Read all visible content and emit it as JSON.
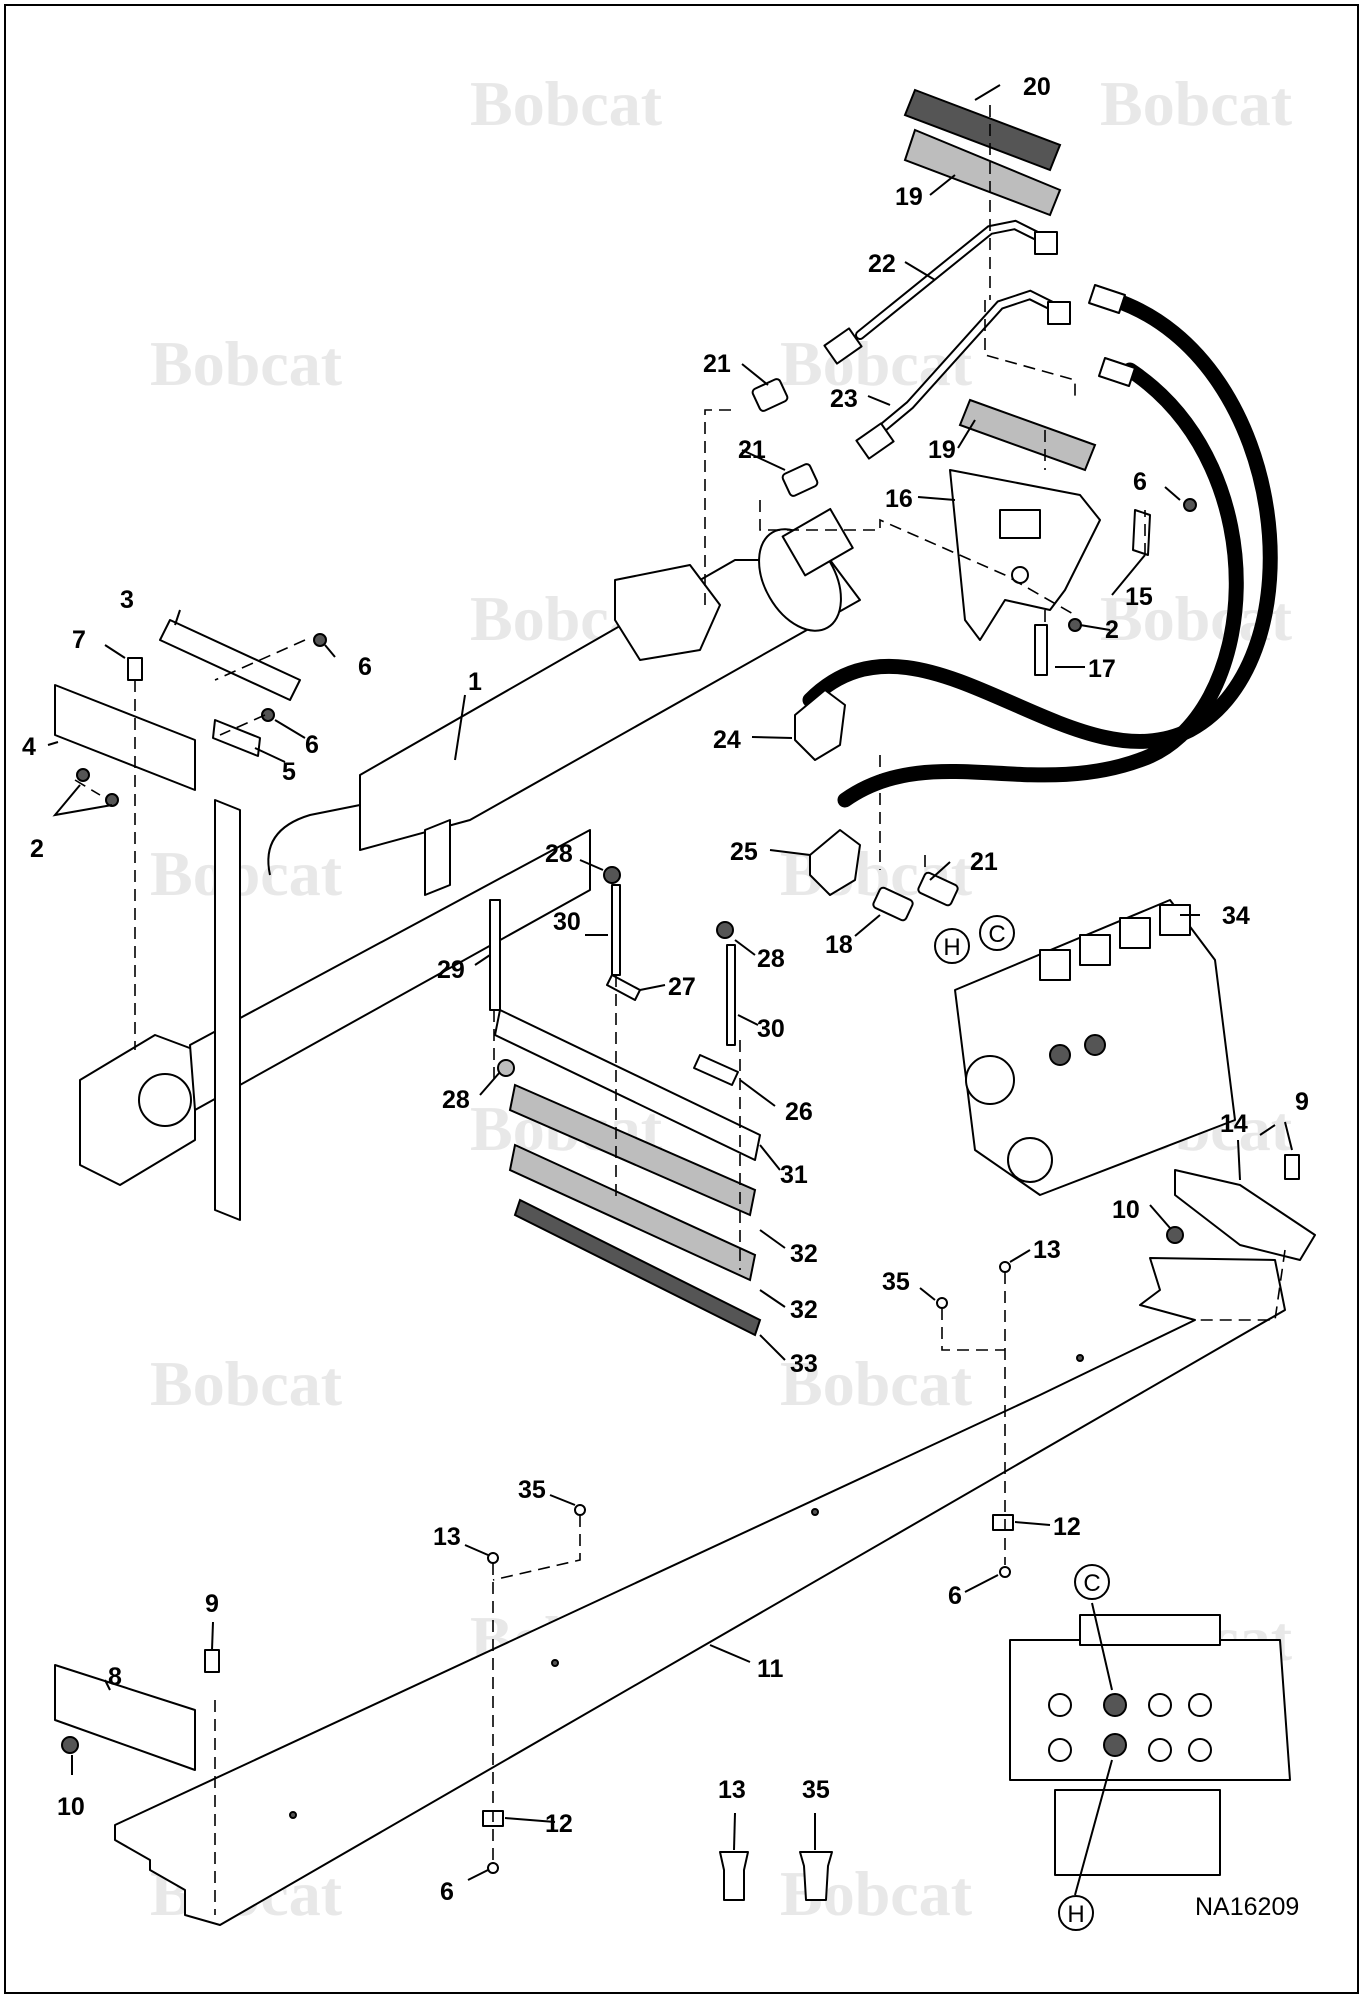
{
  "diagram": {
    "watermark": "Bobcat",
    "drawing_code": "NA16209",
    "callouts": [
      "1",
      "2",
      "2",
      "3",
      "4",
      "5",
      "6",
      "6",
      "6",
      "6",
      "6",
      "7",
      "8",
      "9",
      "9",
      "10",
      "10",
      "11",
      "12",
      "12",
      "13",
      "13",
      "13",
      "14",
      "15",
      "16",
      "17",
      "18",
      "19",
      "19",
      "20",
      "21",
      "21",
      "21",
      "22",
      "23",
      "24",
      "25",
      "26",
      "27",
      "28",
      "28",
      "28",
      "29",
      "30",
      "30",
      "31",
      "32",
      "32",
      "33",
      "34",
      "35",
      "35",
      "35"
    ],
    "port_markers": [
      "C",
      "H",
      "C",
      "H"
    ]
  }
}
